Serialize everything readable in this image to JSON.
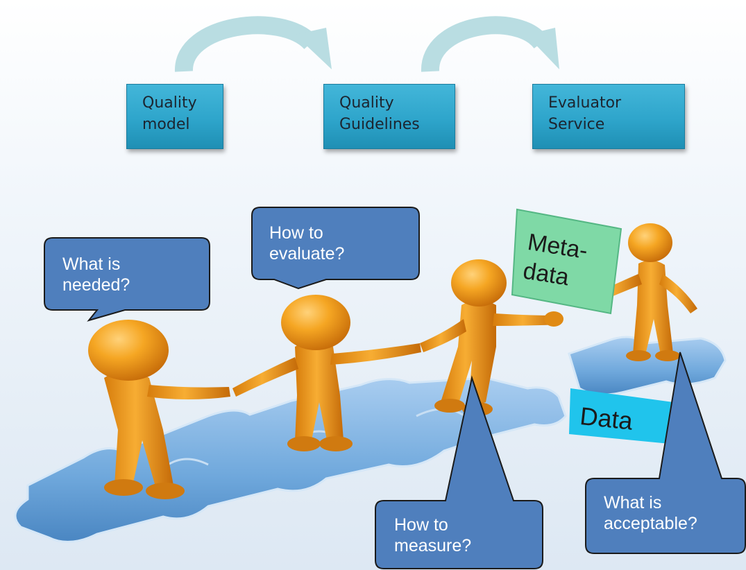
{
  "flow": {
    "boxes": [
      {
        "line1": "Quality",
        "line2": "model"
      },
      {
        "line1": "Quality",
        "line2": "Guidelines"
      },
      {
        "line1": "Evaluator",
        "line2": "Service"
      }
    ]
  },
  "bubbles": {
    "needed": {
      "line1": "What is",
      "line2": "needed?"
    },
    "evaluate": {
      "line1": "How to",
      "line2": "evaluate?"
    },
    "measure": {
      "line1": "How to",
      "line2": "measure?"
    },
    "acceptable": {
      "line1": "What is",
      "line2": "acceptable?"
    }
  },
  "signs": {
    "metadata": {
      "line1": "Meta-",
      "line2": "data"
    },
    "data": "Data"
  },
  "colors": {
    "flow_box": "#2ea5cb",
    "arrow": "#b9dde2",
    "bubble_fill": "#4f7fbd",
    "bubble_stroke": "#1a1a1a",
    "figure": "#f29a1c",
    "puzzle": "#6fa8dc",
    "metadata_sign": "#7fd9a6",
    "data_sign": "#20c4ec"
  },
  "icons": [
    "curved-arrow-icon",
    "stick-figure-icon",
    "puzzle-piece-icon"
  ]
}
